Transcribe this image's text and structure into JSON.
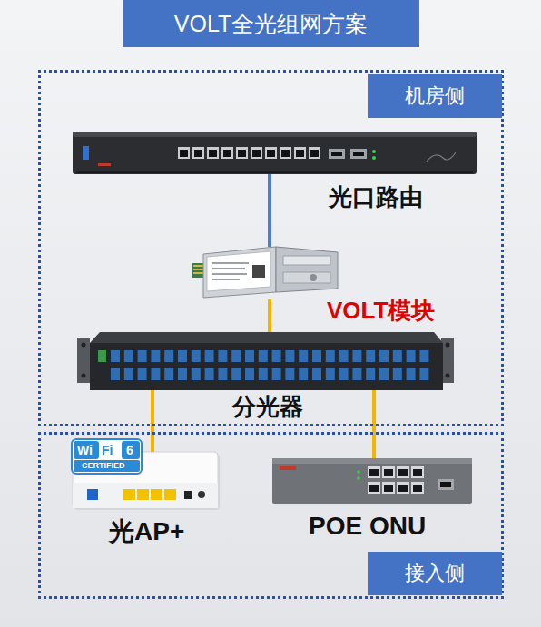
{
  "diagram": {
    "title": "VOLT全光组网方案",
    "nodes": [
      {
        "text": [
          "机房侧"
        ]
      },
      {
        "text": [
          "光口路由"
        ],
        "in": 0
      },
      {
        "text": [
          "VOLT模块"
        ],
        "in": 0
      },
      {
        "text": [
          "分光器"
        ],
        "in": 0
      },
      {
        "text": [
          "接入侧"
        ]
      },
      {
        "text": [
          "光AP+"
        ],
        "in": 4
      },
      {
        "text": [
          "POE ONU"
        ],
        "in": 4
      }
    ],
    "edges": [
      {
        "from": 1,
        "to": 2,
        "arrow": "none"
      },
      {
        "from": 2,
        "to": 3,
        "arrow": "none"
      },
      {
        "from": 3,
        "to": 5,
        "arrow": "none"
      },
      {
        "from": 3,
        "to": 6,
        "arrow": "none"
      }
    ],
    "labels": [
      "Wi",
      "Fi",
      "6",
      "CERTIFIED"
    ]
  }
}
